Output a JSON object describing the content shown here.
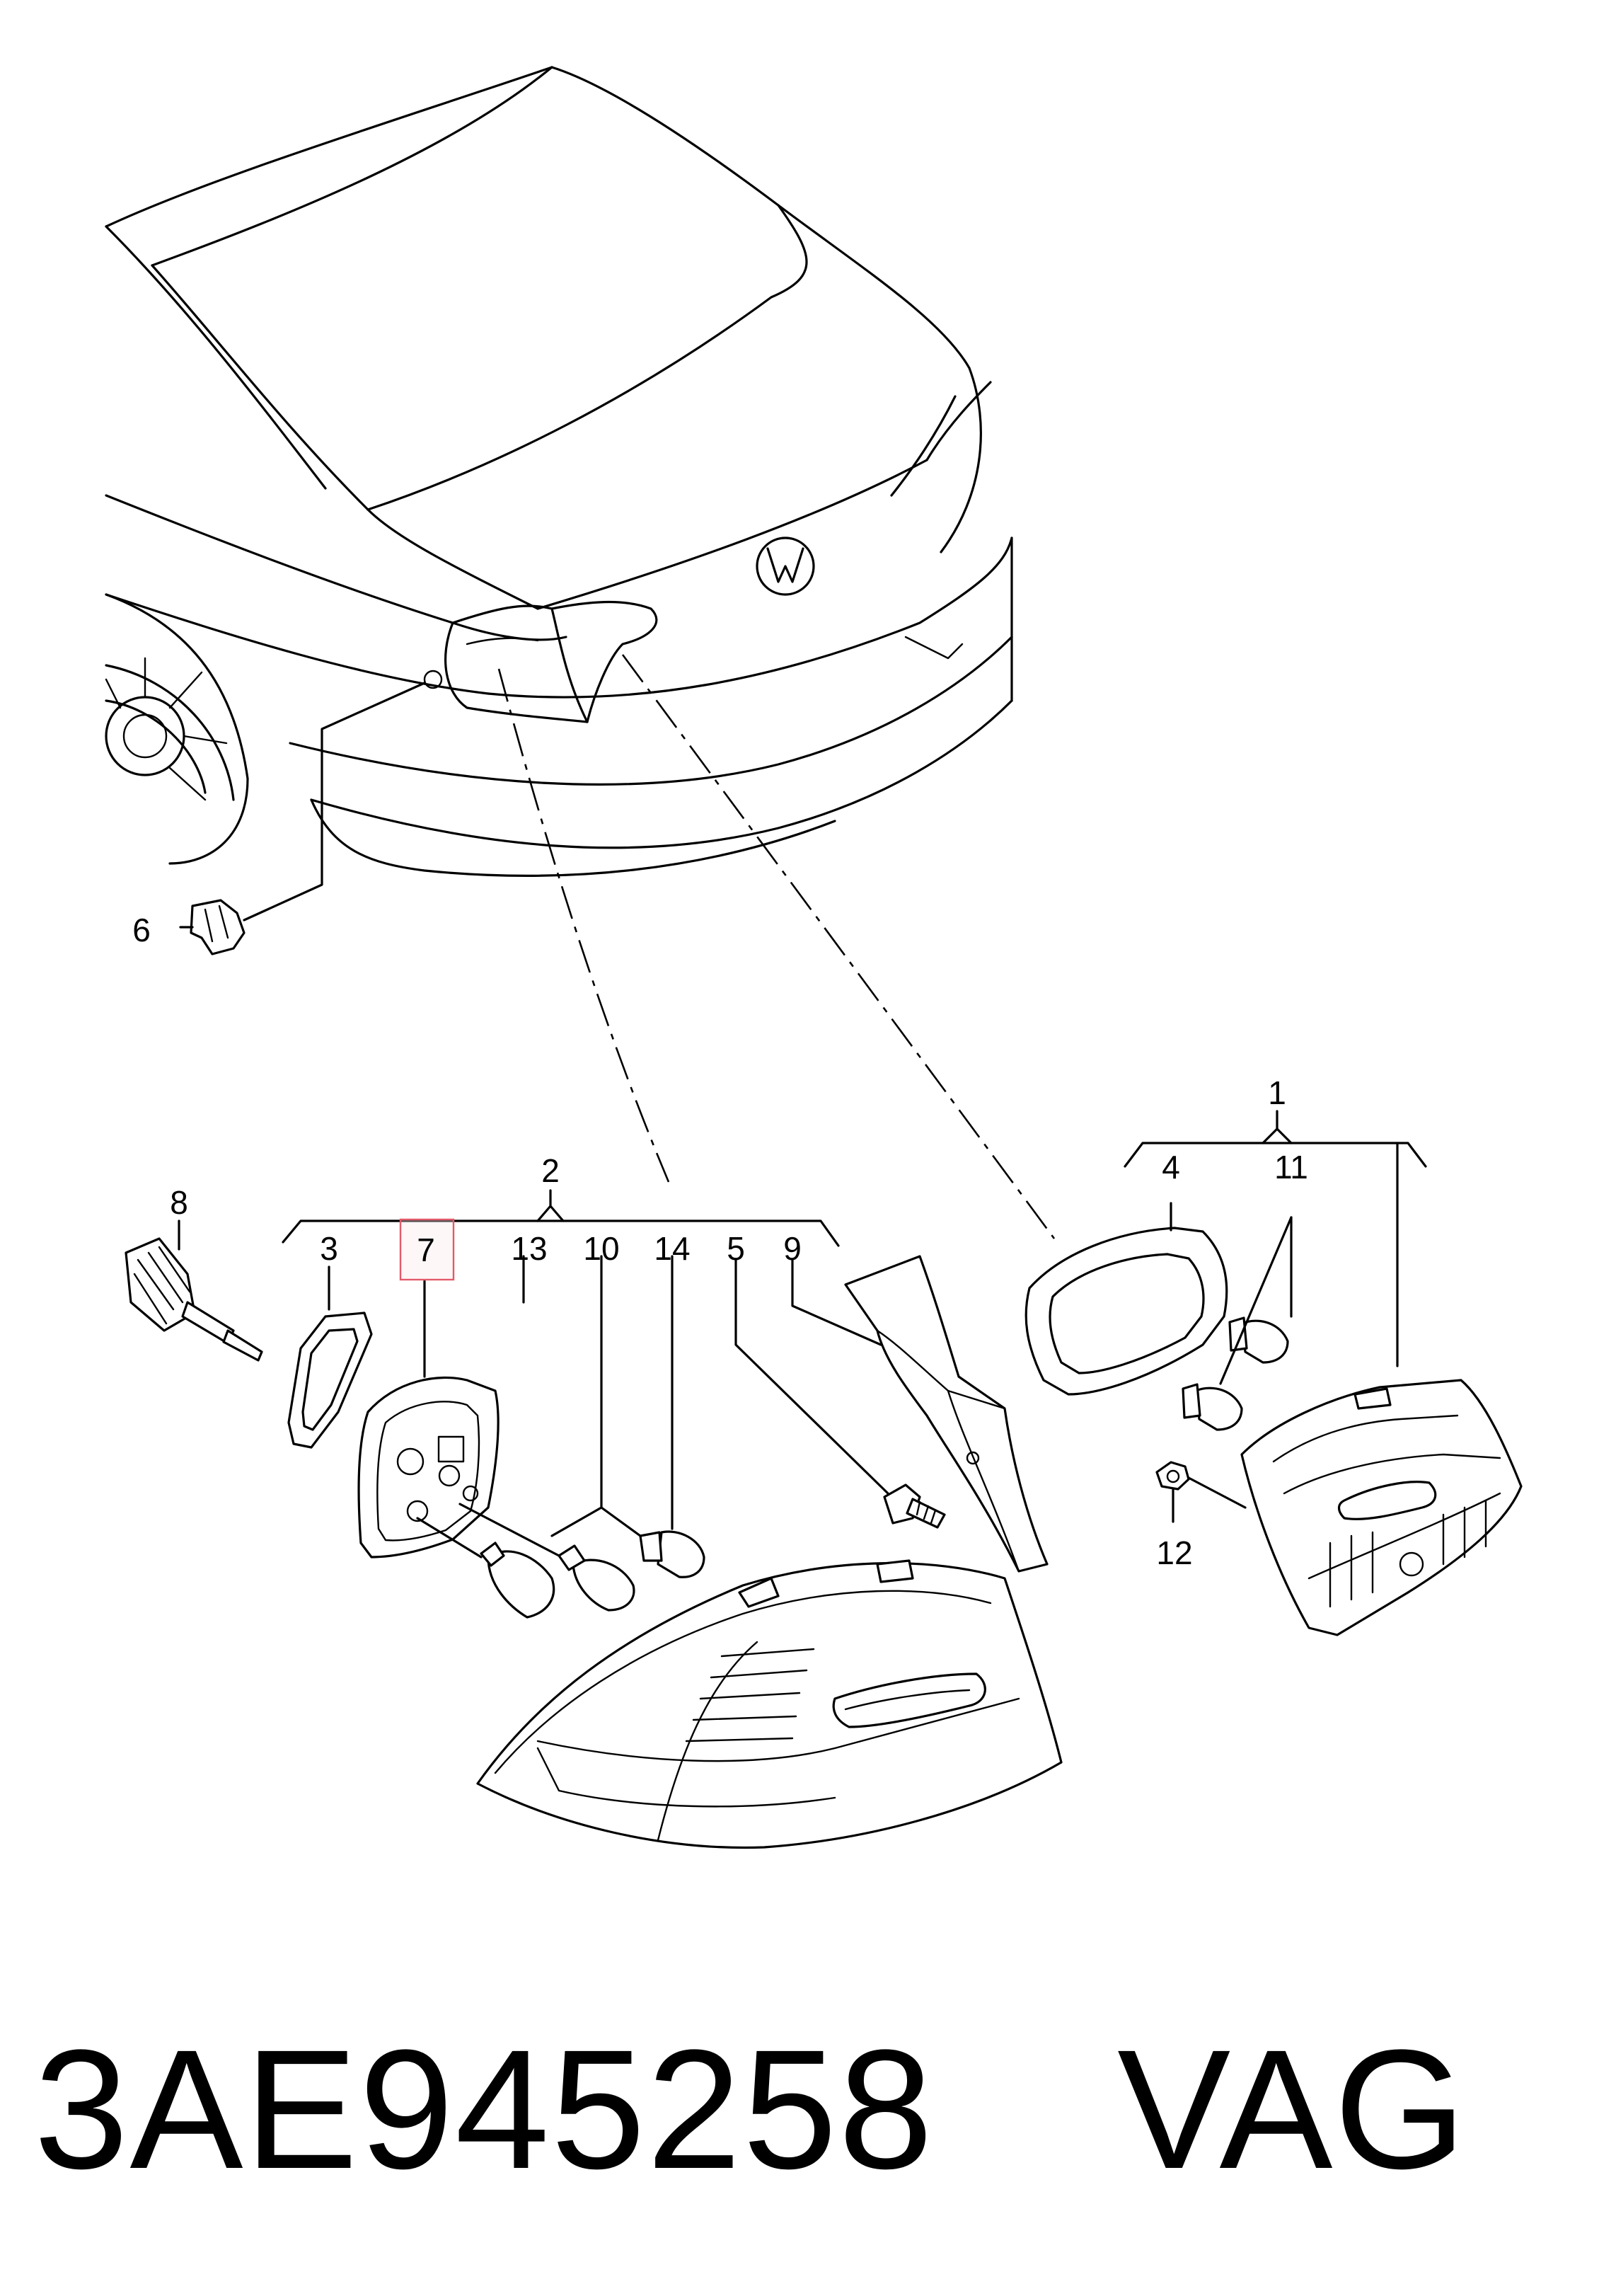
{
  "callouts": {
    "c1": "1",
    "c2": "2",
    "c3": "3",
    "c4": "4",
    "c5": "5",
    "c6": "6",
    "c7": "7",
    "c8": "8",
    "c9": "9",
    "c10": "10",
    "c11": "11",
    "c12": "12",
    "c13": "13",
    "c14": "14"
  },
  "highlighted_part": "7",
  "caption": {
    "part_number": "3AE945258",
    "brand": "VAG"
  }
}
